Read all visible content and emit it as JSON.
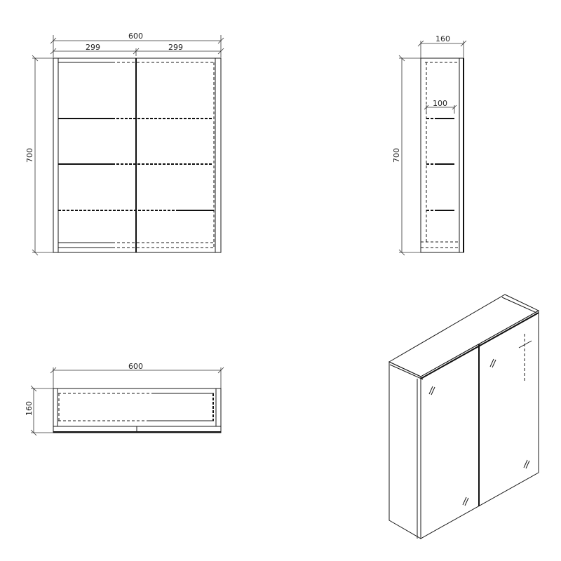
{
  "front_view": {
    "overall_width": "600",
    "left_door_width": "299",
    "right_door_width": "299",
    "height": "700"
  },
  "side_view": {
    "depth": "160",
    "shelf_depth": "100",
    "height": "700"
  },
  "top_view": {
    "width": "600",
    "depth": "160"
  },
  "iso_view": {
    "label": ""
  },
  "colors": {
    "line": "#1a1a1a",
    "background": "#ffffff"
  }
}
